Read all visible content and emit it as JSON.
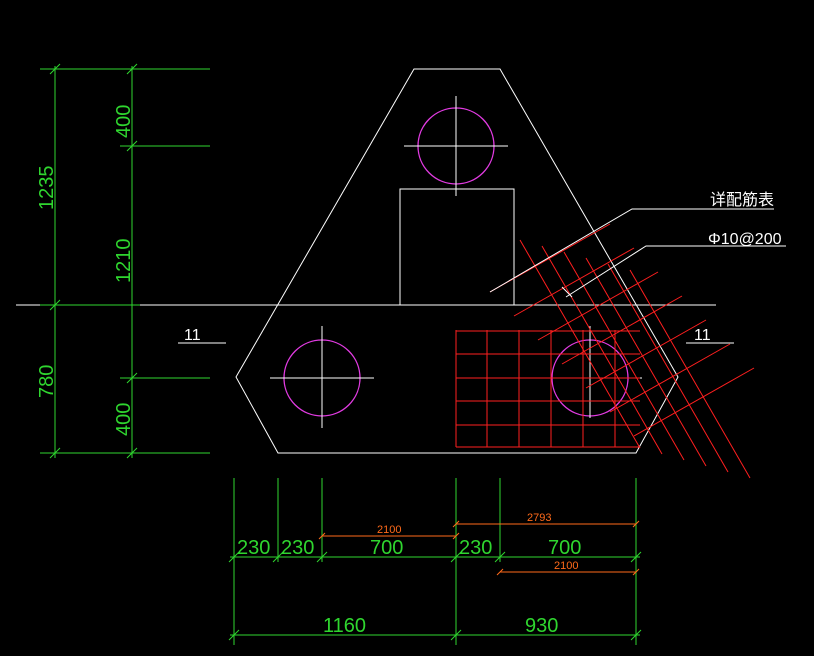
{
  "drawing": {
    "vertical_dims": {
      "total_upper": "1235",
      "top_segment": "400",
      "middle_segment": "1210",
      "total_lower": "780",
      "bottom_segment": "400"
    },
    "section_marks": {
      "left": "11",
      "right": "11"
    },
    "annotations": {
      "rebar_table": "详配筋表",
      "rebar_spec": "Φ10@200"
    },
    "horizontal_dims": {
      "row1": [
        "230",
        "230",
        "700",
        "230",
        "700"
      ],
      "row2": [
        "1160",
        "930"
      ],
      "small_2100_a": "2100",
      "small_2793": "2793",
      "small_2100_b": "2100"
    }
  },
  "colors": {
    "background": "#000000",
    "outline": "#ffffff",
    "dimension": "#2fd62f",
    "rebar": "#ff1f1f",
    "pile": "#e23be2",
    "sub_dimension": "#ff6a1a"
  }
}
